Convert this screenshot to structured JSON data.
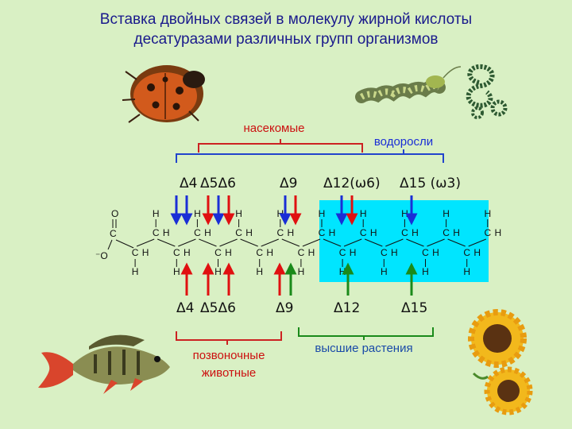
{
  "title": {
    "line1": "Вставка двойных связей в молекулу жирной кислоты",
    "line2": "десатуразами различных групп организмов"
  },
  "groups": {
    "insects": "насекомые",
    "algae": "водоросли",
    "vertebrates_line1": "позвоночные",
    "vertebrates_line2": "животные",
    "higher_plants": "высшие растения"
  },
  "top_labels": {
    "d4": "Δ4",
    "d5d6": "Δ5Δ6",
    "d9": "Δ9",
    "d12": "Δ12(ω6)",
    "d15": "Δ15 (ω3)"
  },
  "bottom_labels": {
    "d4": "Δ4",
    "d5d6": "Δ5Δ6",
    "d9": "Δ9",
    "d12": "Δ12",
    "d15": "Δ15"
  },
  "molecule": {
    "carbon": "C",
    "hydrogen": "H",
    "oxygen_double": "O",
    "oxygen_anion": "⁻O"
  },
  "colors": {
    "background": "#d9f0c4",
    "highlight": "#00e5ff",
    "insects_bracket": "#cc2222",
    "algae_bracket": "#2244cc",
    "arrow_red": "#e01010",
    "arrow_blue": "#1a2ed6",
    "arrow_green": "#1a8a1a",
    "title_text": "#1a1a8c"
  }
}
